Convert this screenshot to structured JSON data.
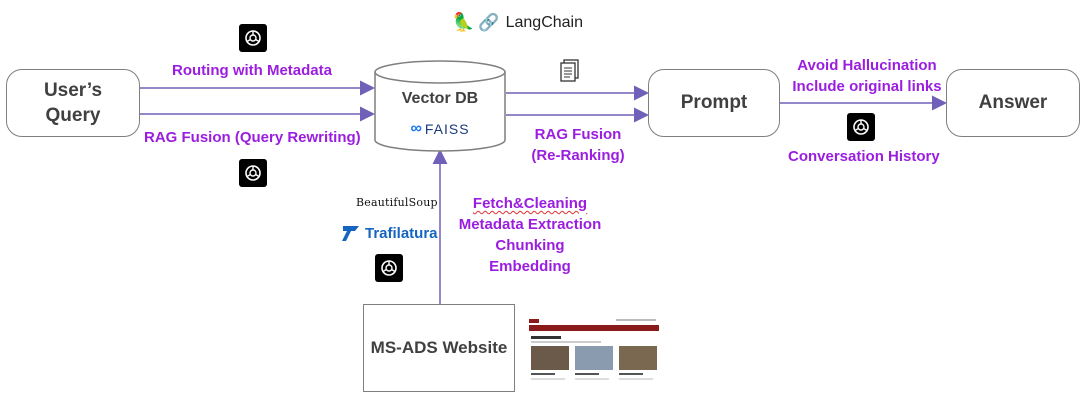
{
  "header": {
    "logo_text": "LangChain"
  },
  "nodes": {
    "query": "User’s Query",
    "vector_db": "Vector DB",
    "faiss": "FAISS",
    "prompt": "Prompt",
    "answer": "Answer",
    "website": "MS-ADS Website"
  },
  "edges": {
    "routing": "Routing with Metadata",
    "rag_fusion_rewrite": "RAG Fusion (Query Rewriting)",
    "rag_fusion_rerank_1": "RAG Fusion",
    "rag_fusion_rerank_2": "(Re-Ranking)",
    "avoid_hallucination": "Avoid Hallucination",
    "include_links": "Include original links",
    "conversation_history": "Conversation History",
    "fetch_cleaning": "Fetch&Cleaning",
    "metadata_extraction": "Metadata Extraction",
    "chunking": "Chunking",
    "embedding": "Embedding"
  },
  "tools": {
    "beautifulsoup": "BeautifulSoup",
    "trafilatura": "Trafilatura"
  },
  "colors": {
    "accent": "#9b1ee0",
    "border": "#7f7f7f",
    "line": "#7160b8",
    "text": "#404040"
  }
}
